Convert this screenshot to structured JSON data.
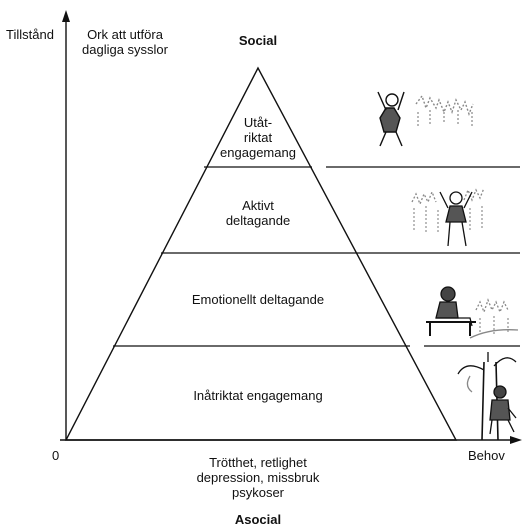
{
  "axis": {
    "y_label": "Tillstånd",
    "y_desc_line1": "Ork att utföra",
    "y_desc_line2": "dagliga sysslor",
    "origin": "0",
    "x_label": "Behov"
  },
  "top_label": "Social",
  "bottom_label": "Asocial",
  "bottom_desc": {
    "line1": "Trötthet, retlighet",
    "line2": "depression, missbruk",
    "line3": "psykoser"
  },
  "levels": [
    {
      "line1": "Utåt-",
      "line2": "riktat",
      "line3": "engagemang",
      "illustration": "jumping-person-with-crowd"
    },
    {
      "line1": "Aktivt",
      "line2": "deltagande",
      "illustration": "person-in-crowd"
    },
    {
      "line1": "Emotionellt deltagande",
      "illustration": "seated-spectator-watching"
    },
    {
      "line1": "Inåtriktat engagemang",
      "illustration": "person-sitting-under-tree"
    }
  ]
}
